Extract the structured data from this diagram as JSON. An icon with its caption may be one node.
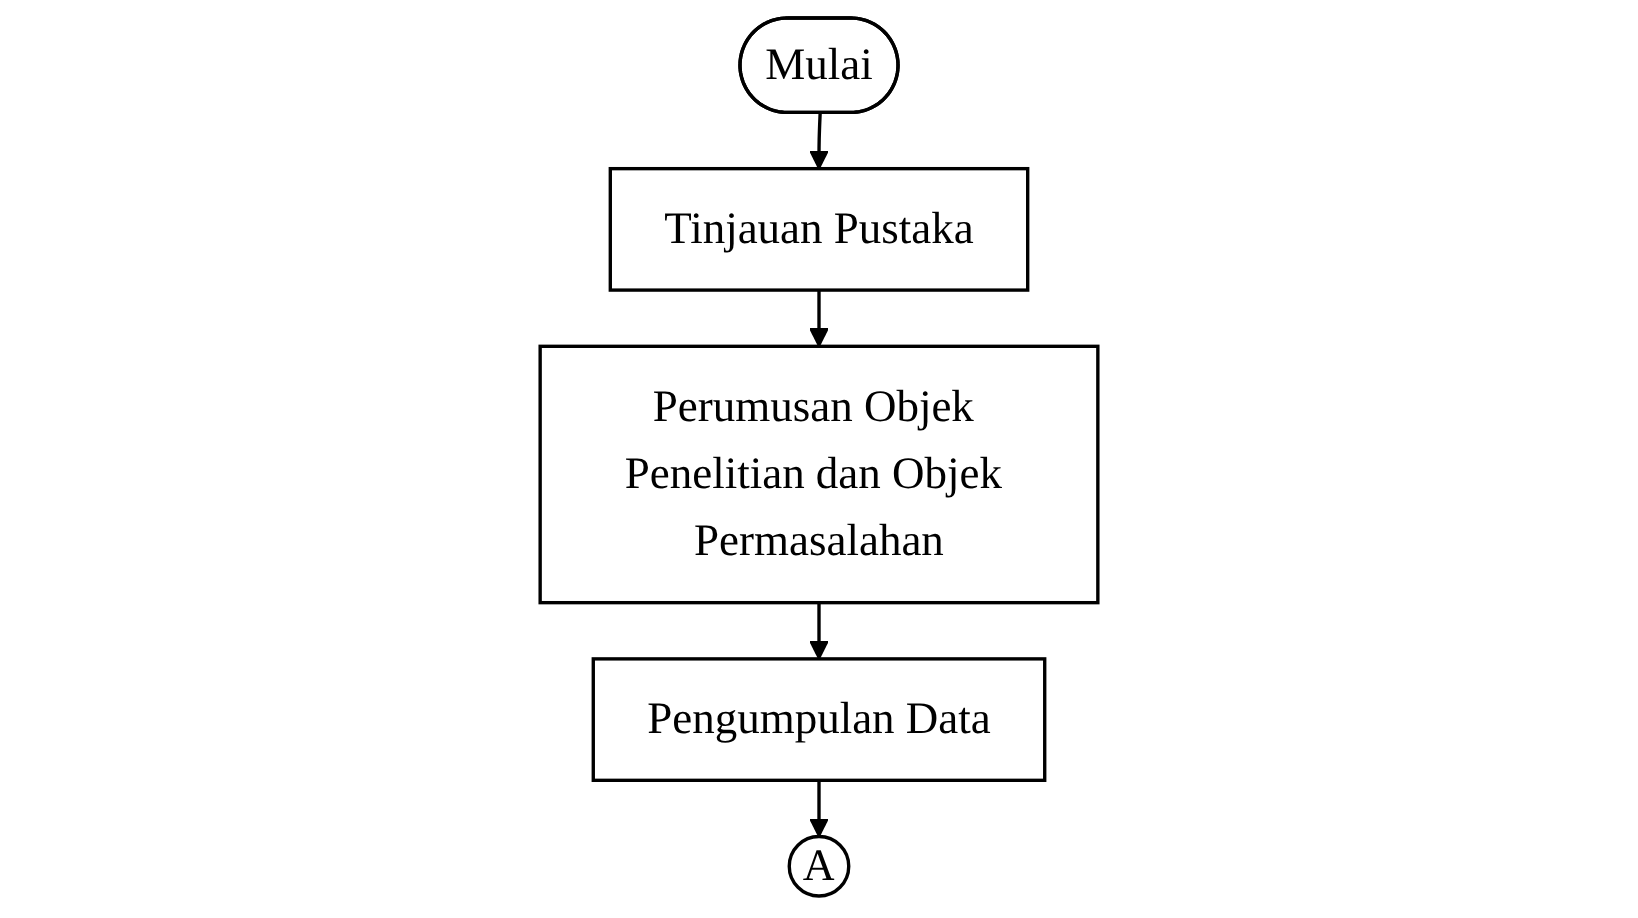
{
  "diagram": {
    "nodes": [
      {
        "text": [
          "Mulai"
        ]
      },
      {
        "text": [
          "Tinjauan Pustaka"
        ]
      },
      {
        "text": [
          "Perumusan Objek Penelitian dan Objek Permasalahan"
        ]
      },
      {
        "text": [
          "Pengumpulan Data"
        ]
      },
      {
        "text": [
          "A"
        ]
      }
    ],
    "edges": [
      {
        "from": 0,
        "to": 1,
        "arrow": "to"
      },
      {
        "from": 1,
        "to": 2,
        "arrow": "to"
      },
      {
        "from": 2,
        "to": 3,
        "arrow": "to"
      },
      {
        "from": 3,
        "to": 4,
        "arrow": "to"
      }
    ]
  }
}
